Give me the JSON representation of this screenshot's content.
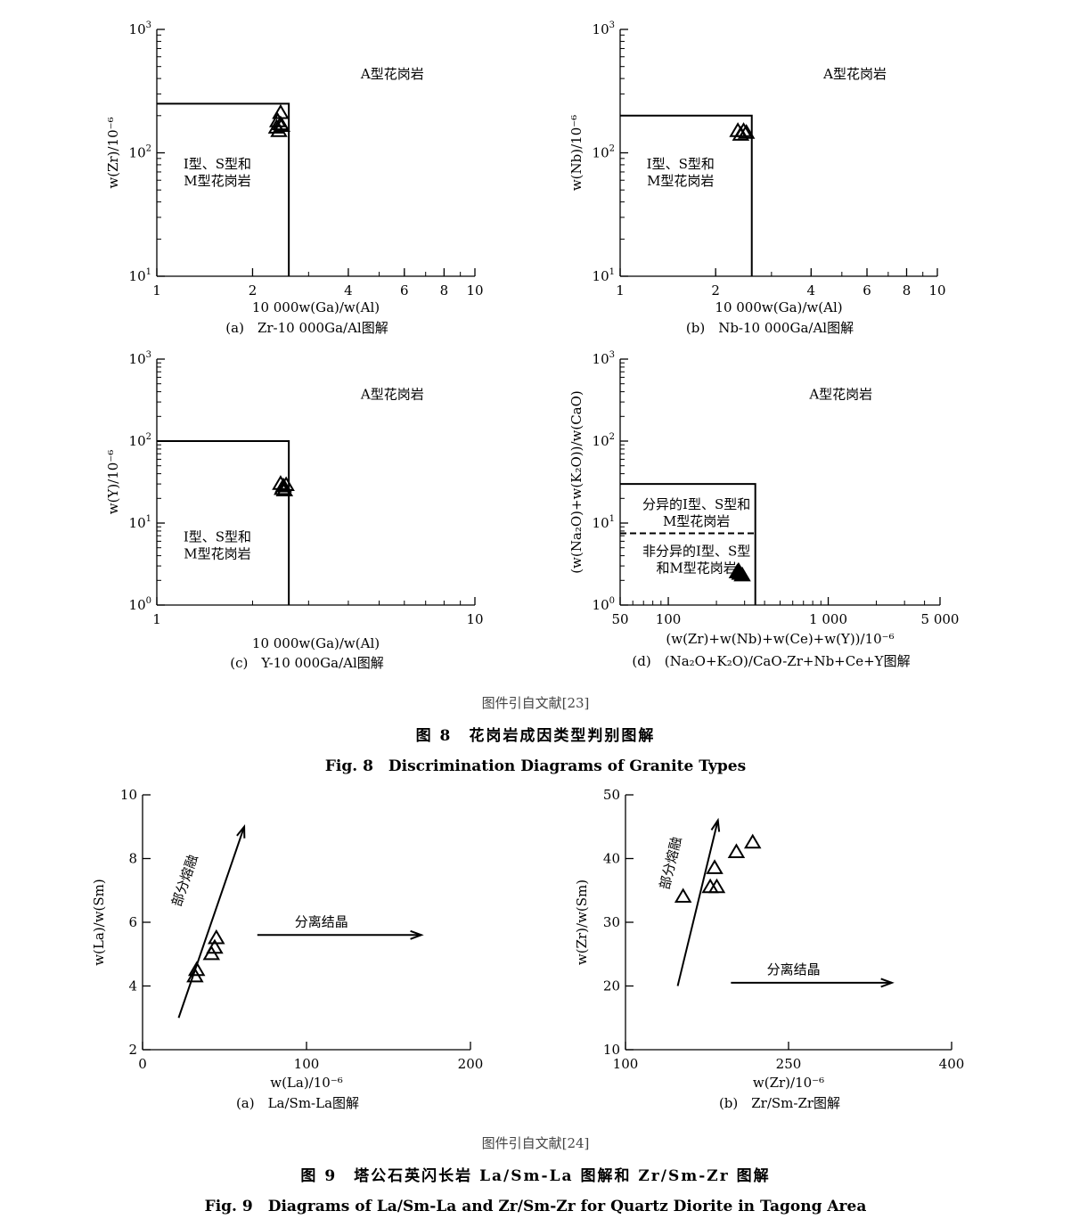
{
  "figure8": {
    "source": "图件引自文献[23]",
    "caption_cn": "图 8　花岗岩成因类型判别图解",
    "caption_en": "Fig. 8　Discrimination Diagrams of Granite Types"
  },
  "figure9": {
    "source": "图件引自文献[24]",
    "caption_cn": "图 9　塔公石英闪长岩 La/Sm-La 图解和 Zr/Sm-Zr 图解",
    "caption_en": "Fig. 9　Diagrams of La/Sm-La and Zr/Sm-Zr for Quartz Diorite in Tagong Area"
  },
  "chart_data": [
    {
      "id": "8a",
      "type": "scatter",
      "xscale": "log",
      "yscale": "log",
      "xlim": [
        1,
        10
      ],
      "ylim": [
        10,
        1000
      ],
      "xticks": [
        1,
        2,
        4,
        6,
        8,
        10
      ],
      "xtick_labels": [
        "1",
        "2",
        "4",
        "6",
        "8",
        "10"
      ],
      "yticks": [
        10,
        100,
        1000
      ],
      "ytick_labels": [
        [
          "10",
          "1"
        ],
        [
          "10",
          "2"
        ],
        [
          "10",
          "3"
        ]
      ],
      "xlabel": "10 000w(Ga)/w(Al)",
      "ylabel": "w(Zr)/10⁻⁶",
      "caption": "(a)　Zr-10 000Ga/Al图解",
      "boundaries": [
        {
          "x": [
            1,
            2.6,
            2.6
          ],
          "y": [
            250,
            250,
            10
          ]
        }
      ],
      "regions": [
        {
          "lines": [
            "A型花岗岩"
          ],
          "x": 5.5,
          "y": 400
        },
        {
          "lines": [
            "I型、S型和",
            "M型花岗岩"
          ],
          "x": 1.55,
          "y": 75
        }
      ],
      "points": {
        "marker": "triangle",
        "x": [
          2.45,
          2.4,
          2.45,
          2.38,
          2.42,
          2.47
        ],
        "y": [
          210,
          180,
          170,
          160,
          150,
          165
        ]
      }
    },
    {
      "id": "8b",
      "type": "scatter",
      "xscale": "log",
      "yscale": "log",
      "xlim": [
        1,
        10
      ],
      "ylim": [
        10,
        1000
      ],
      "xticks": [
        1,
        2,
        4,
        6,
        8,
        10
      ],
      "xtick_labels": [
        "1",
        "2",
        "4",
        "6",
        "8",
        "10"
      ],
      "yticks": [
        10,
        100,
        1000
      ],
      "ytick_labels": [
        [
          "10",
          "1"
        ],
        [
          "10",
          "2"
        ],
        [
          "10",
          "3"
        ]
      ],
      "xlabel": "10 000w(Ga)/w(Al)",
      "ylabel": "w(Nb)/10⁻⁶",
      "caption": "(b)　Nb-10 000Ga/Al图解",
      "boundaries": [
        {
          "x": [
            1,
            2.6,
            2.6
          ],
          "y": [
            200,
            200,
            10
          ]
        }
      ],
      "regions": [
        {
          "lines": [
            "A型花岗岩"
          ],
          "x": 5.5,
          "y": 400
        },
        {
          "lines": [
            "I型、S型和",
            "M型花岗岩"
          ],
          "x": 1.55,
          "y": 75
        }
      ],
      "points": {
        "marker": "triangle",
        "x": [
          2.35,
          2.45,
          2.4,
          2.5
        ],
        "y": [
          150,
          150,
          140,
          145
        ]
      }
    },
    {
      "id": "8c",
      "type": "scatter",
      "xscale": "log",
      "yscale": "log",
      "xlim": [
        1,
        10
      ],
      "ylim": [
        1,
        1000
      ],
      "xticks": [
        1,
        10
      ],
      "xtick_labels": [
        "1",
        "10"
      ],
      "yticks": [
        1,
        10,
        100,
        1000
      ],
      "ytick_labels": [
        [
          "10",
          "0"
        ],
        [
          "10",
          "1"
        ],
        [
          "10",
          "2"
        ],
        [
          "10",
          "3"
        ]
      ],
      "xlabel": "10 000w(Ga)/w(Al)",
      "ylabel": "w(Y)/10⁻⁶",
      "caption": "(c)　Y-10 000Ga/Al图解",
      "boundaries": [
        {
          "x": [
            1,
            2.6,
            2.6
          ],
          "y": [
            100,
            100,
            1
          ]
        }
      ],
      "regions": [
        {
          "lines": [
            "A型花岗岩"
          ],
          "x": 5.5,
          "y": 330
        },
        {
          "lines": [
            "I型、S型和",
            "M型花岗岩"
          ],
          "x": 1.55,
          "y": 6
        }
      ],
      "points": {
        "marker": "triangle",
        "x": [
          2.45,
          2.5,
          2.55,
          2.48,
          2.52
        ],
        "y": [
          30,
          28,
          29,
          26,
          25
        ]
      }
    },
    {
      "id": "8d",
      "type": "scatter",
      "xscale": "log",
      "yscale": "log",
      "xlim": [
        50,
        5000
      ],
      "ylim": [
        1,
        1000
      ],
      "xticks": [
        50,
        100,
        1000,
        5000
      ],
      "xtick_labels": [
        "50",
        "100",
        "1 000",
        "5 000"
      ],
      "yticks": [
        1,
        10,
        100,
        1000
      ],
      "ytick_labels": [
        [
          "10",
          "0"
        ],
        [
          "10",
          "1"
        ],
        [
          "10",
          "2"
        ],
        [
          "10",
          "3"
        ]
      ],
      "xlabel": "(w(Zr)+w(Nb)+w(Ce)+w(Y))/10⁻⁶",
      "ylabel": "(w(Na₂O)+w(K₂O))/w(CaO)",
      "caption": "(d)　(Na₂O+K₂O)/CaO-Zr+Nb+Ce+Y图解",
      "boundaries": [
        {
          "x": [
            50,
            350,
            350
          ],
          "y": [
            30,
            30,
            1
          ]
        },
        {
          "x": [
            50,
            350
          ],
          "y": [
            7.5,
            7.5
          ],
          "dashed": true
        }
      ],
      "regions": [
        {
          "lines": [
            "A型花岗岩"
          ],
          "x": 1200,
          "y": 330
        },
        {
          "lines": [
            "分异的I型、S型和",
            "M型花岗岩"
          ],
          "x": 150,
          "y": 15
        },
        {
          "lines": [
            "非分异的I型、S型",
            "和M型花岗岩"
          ],
          "x": 150,
          "y": 4
        }
      ],
      "points": {
        "marker": "filled-triangle",
        "x": [
          270,
          280,
          290,
          275
        ],
        "y": [
          2.5,
          2.4,
          2.3,
          2.6
        ]
      }
    },
    {
      "id": "9a",
      "type": "scatter",
      "xscale": "linear",
      "yscale": "linear",
      "xlim": [
        0,
        200
      ],
      "ylim": [
        2,
        10
      ],
      "xticks": [
        0,
        100,
        200
      ],
      "xtick_labels": [
        "0",
        "100",
        "200"
      ],
      "yticks": [
        2,
        4,
        6,
        8,
        10
      ],
      "ytick_labels": [
        "2",
        "4",
        "6",
        "8",
        "10"
      ],
      "xlabel": "w(La)/10⁻⁶",
      "ylabel": "w(La)/w(Sm)",
      "caption": "(a)　La/Sm-La图解",
      "arrows": [
        {
          "x": [
            22,
            62
          ],
          "y": [
            3,
            9
          ],
          "label": "部分熔融"
        },
        {
          "x": [
            70,
            170
          ],
          "y": [
            5.6,
            5.6
          ],
          "label": "分离结晶"
        }
      ],
      "points": {
        "marker": "triangle",
        "x": [
          32,
          33,
          42,
          44,
          45
        ],
        "y": [
          4.3,
          4.5,
          5.0,
          5.2,
          5.5
        ]
      }
    },
    {
      "id": "9b",
      "type": "scatter",
      "xscale": "linear",
      "yscale": "linear",
      "xlim": [
        100,
        400
      ],
      "ylim": [
        10,
        50
      ],
      "xticks": [
        100,
        250,
        400
      ],
      "xtick_labels": [
        "100",
        "250",
        "400"
      ],
      "yticks": [
        10,
        20,
        30,
        40,
        50
      ],
      "ytick_labels": [
        "10",
        "20",
        "30",
        "40",
        "50"
      ],
      "xlabel": "w(Zr)/10⁻⁶",
      "ylabel": "w(Zr)/w(Sm)",
      "caption": "(b)　Zr/Sm-Zr图解",
      "arrows": [
        {
          "x": [
            148,
            185
          ],
          "y": [
            20,
            46
          ],
          "label": "部分熔融"
        },
        {
          "x": [
            197,
            345
          ],
          "y": [
            20.5,
            20.5
          ],
          "label": "分离结晶"
        }
      ],
      "points": {
        "marker": "triangle",
        "x": [
          153,
          178,
          184,
          182,
          202,
          217
        ],
        "y": [
          34,
          35.5,
          35.5,
          38.5,
          41,
          42.5
        ]
      }
    }
  ]
}
